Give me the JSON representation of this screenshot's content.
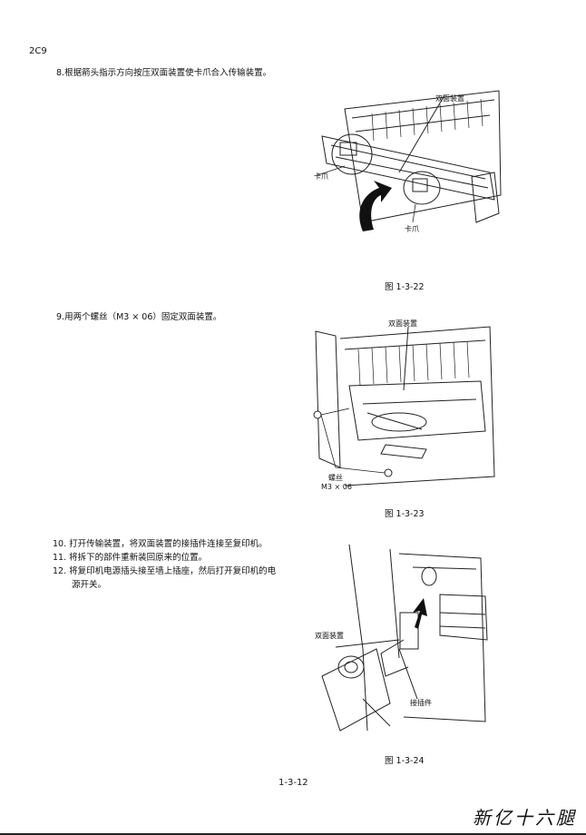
{
  "header": {
    "model_code": "2C9"
  },
  "steps": {
    "s8": "8.根据箭头指示方向按压双面装置使卡爪合入传输装置。",
    "s9": "9.用两个螺丝（M3 × 06）固定双面装置。",
    "s10": "10. 打开传输装置，将双面装置的接插件连接至复印机。",
    "s11": "11. 将拆下的部件重新装回原来的位置。",
    "s12a": "12. 将复印机电源插头接至墙上插座，然后打开复印机的电",
    "s12b": "源开关。"
  },
  "figures": {
    "f22": {
      "caption": "图 1-3-22",
      "label_duplex": "双面装置",
      "label_claw_left": "卡爪",
      "label_claw_bottom": "卡爪"
    },
    "f23": {
      "caption": "图 1-3-23",
      "label_duplex": "双面装置",
      "label_screw": "螺丝",
      "label_screw_spec": "M3 × 06"
    },
    "f24": {
      "caption": "图 1-3-24",
      "label_duplex": "双面装置",
      "label_connector": "接插件"
    }
  },
  "footer": {
    "page_number": "1-3-12",
    "watermark": "新亿十六腿"
  }
}
